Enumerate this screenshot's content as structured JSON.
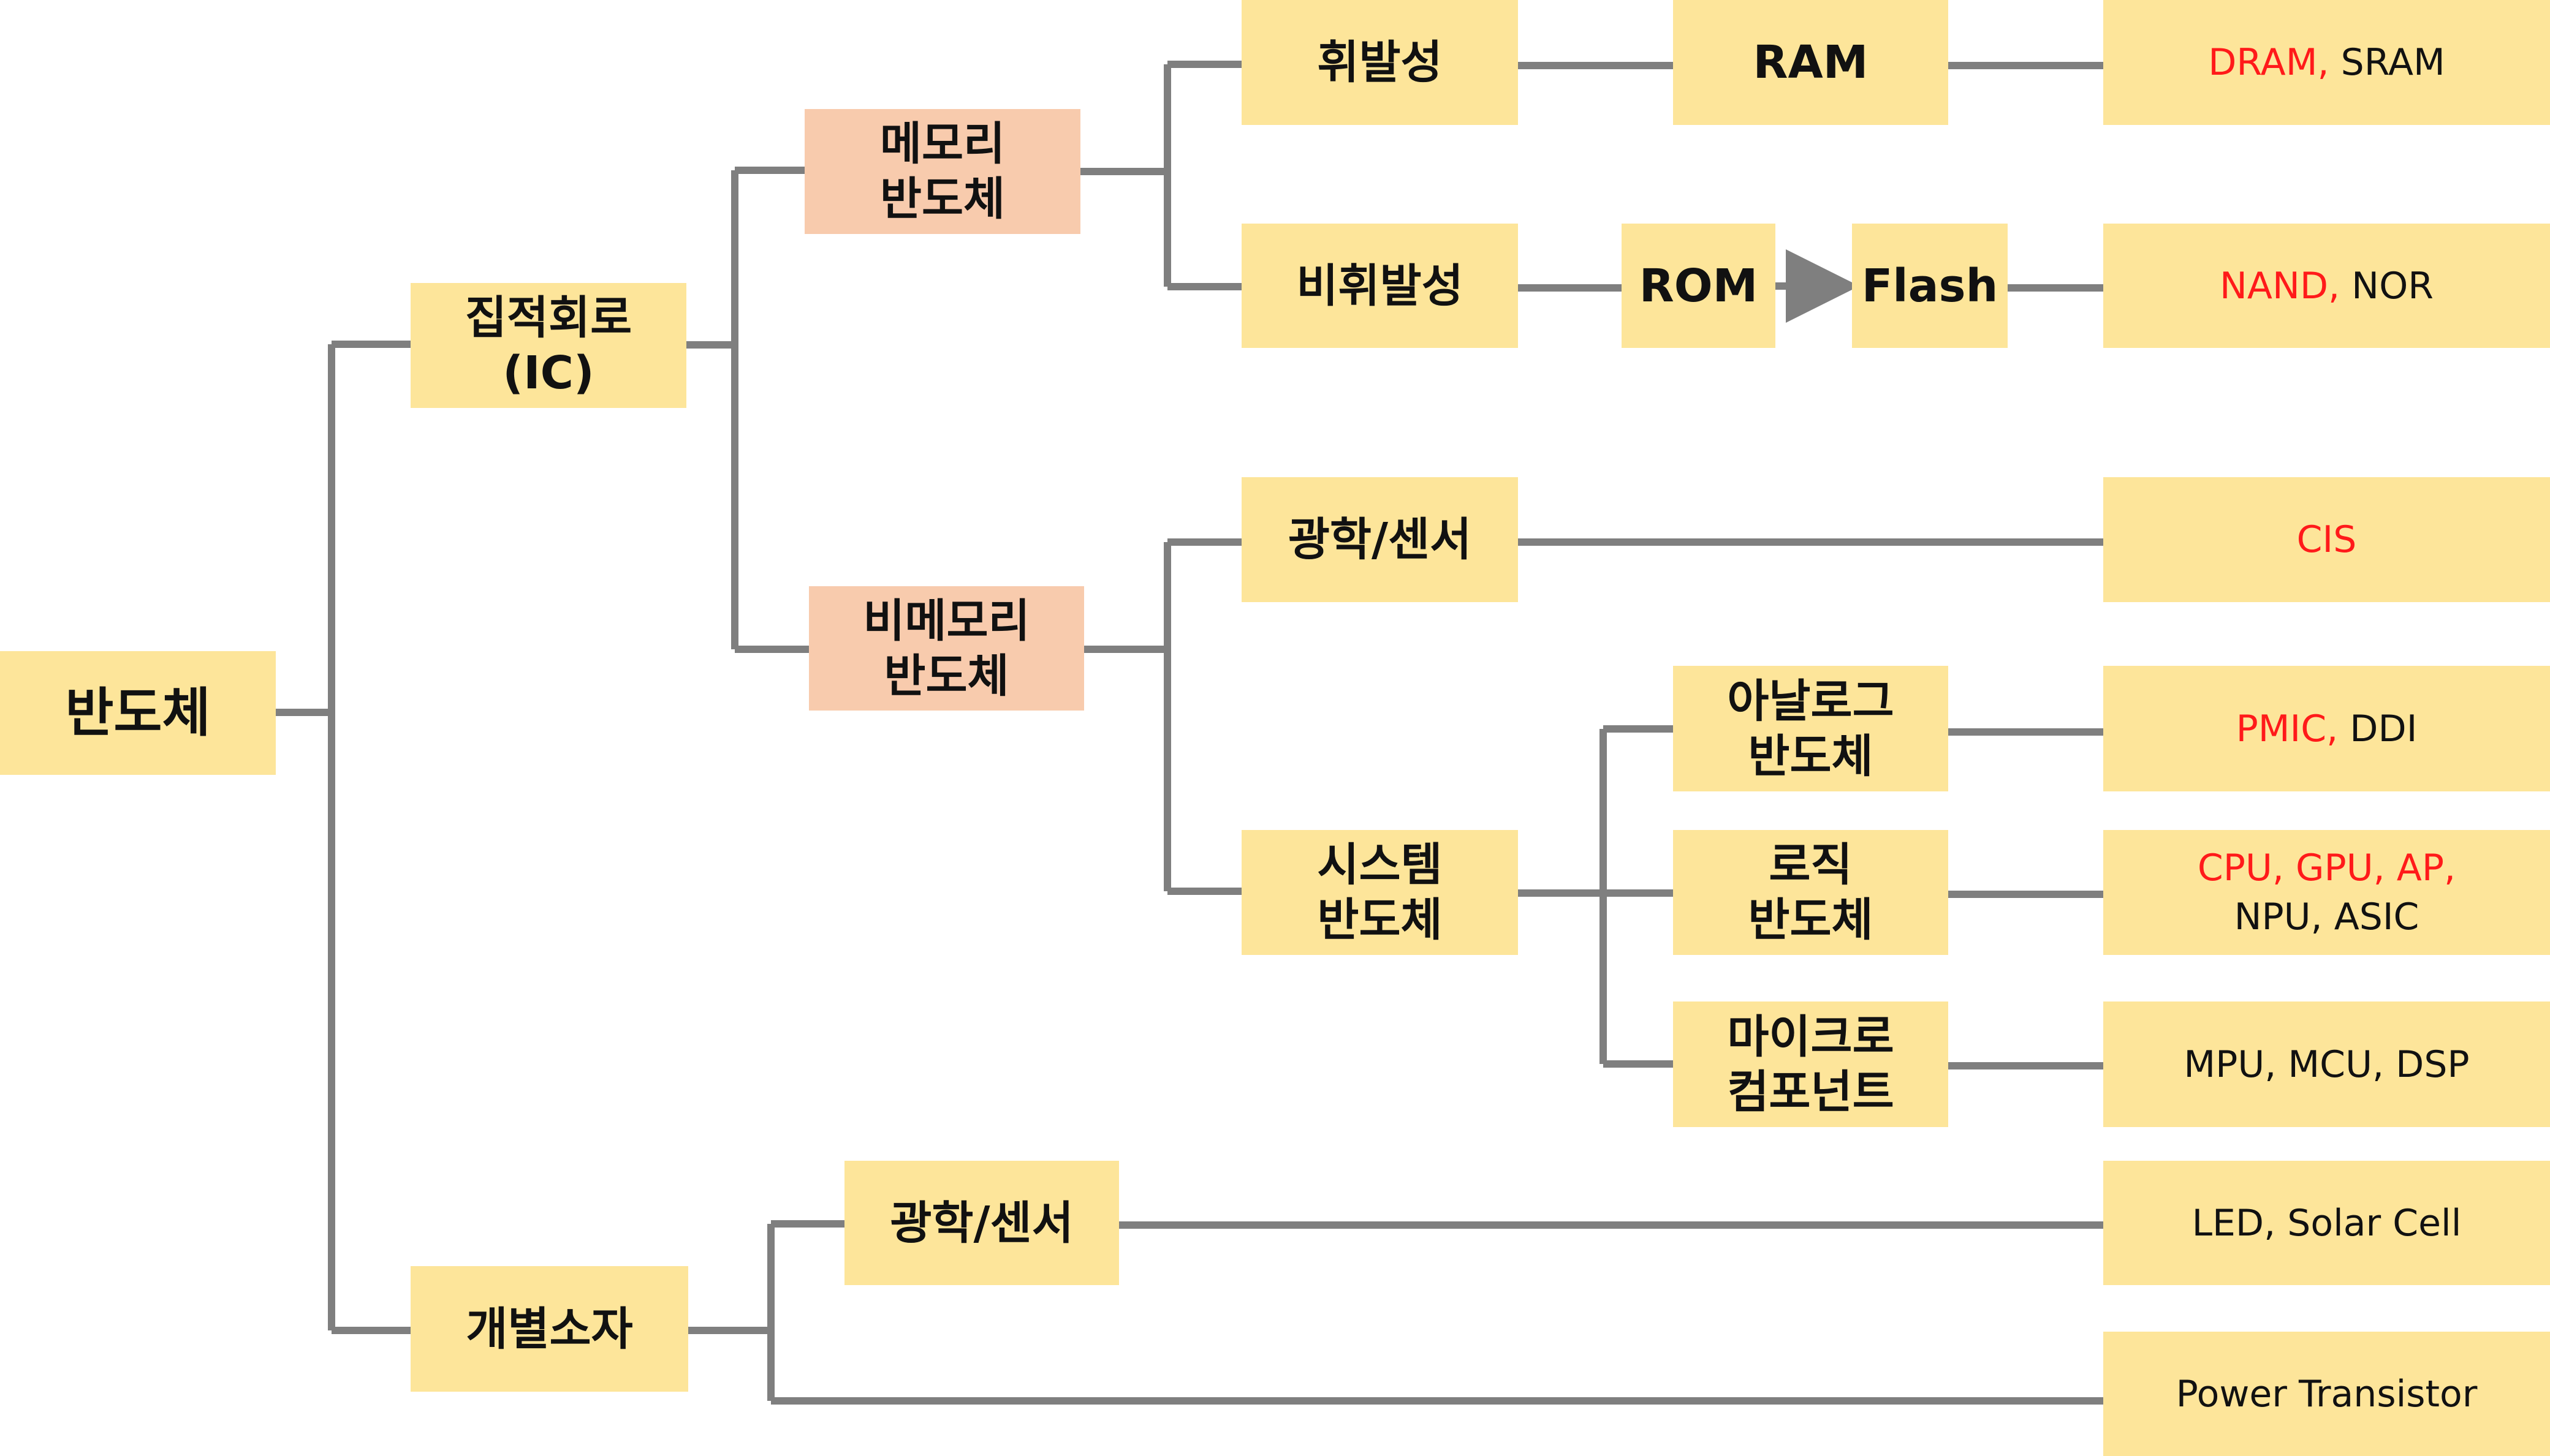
{
  "nodes": {
    "root": "반도체",
    "ic": [
      "집적회로",
      "(IC)"
    ],
    "discrete": "개별소자",
    "memory": [
      "메모리",
      "반도체"
    ],
    "nonmemory": [
      "비메모리",
      "반도체"
    ],
    "volatile": "휘발성",
    "nonvolatile": "비휘발성",
    "ram": "RAM",
    "rom": "ROM",
    "flash": "Flash",
    "optical_sensor": "광학/센서",
    "system": [
      "시스템",
      "반도체"
    ],
    "analog": [
      "아날로그",
      "반도체"
    ],
    "logic": [
      "로직",
      "반도체"
    ],
    "micro": [
      "마이크로",
      "컴포넌트"
    ],
    "discrete_optical": "광학/센서"
  },
  "leaves": {
    "dram": {
      "hl": "DRAM,",
      "plain": " SRAM"
    },
    "nand": {
      "hl": "NAND,",
      "plain": " NOR"
    },
    "cis": {
      "hl": "CIS",
      "plain": ""
    },
    "pmic": {
      "hl": "PMIC,",
      "plain": " DDI"
    },
    "cpu": {
      "hl": "CPU, GPU, AP,",
      "plain": "NPU, ASIC"
    },
    "mpu": {
      "hl": "",
      "plain": "MPU, MCU, DSP"
    },
    "led": {
      "hl": "",
      "plain": "LED, Solar Cell"
    },
    "power": {
      "hl": "",
      "plain": "Power Transistor"
    }
  },
  "colors": {
    "box_yellow": "#fde59a",
    "box_salmon": "#f8cbad",
    "connector": "#7f7f7f",
    "highlight": "#ff1a1a",
    "text": "#111111"
  }
}
